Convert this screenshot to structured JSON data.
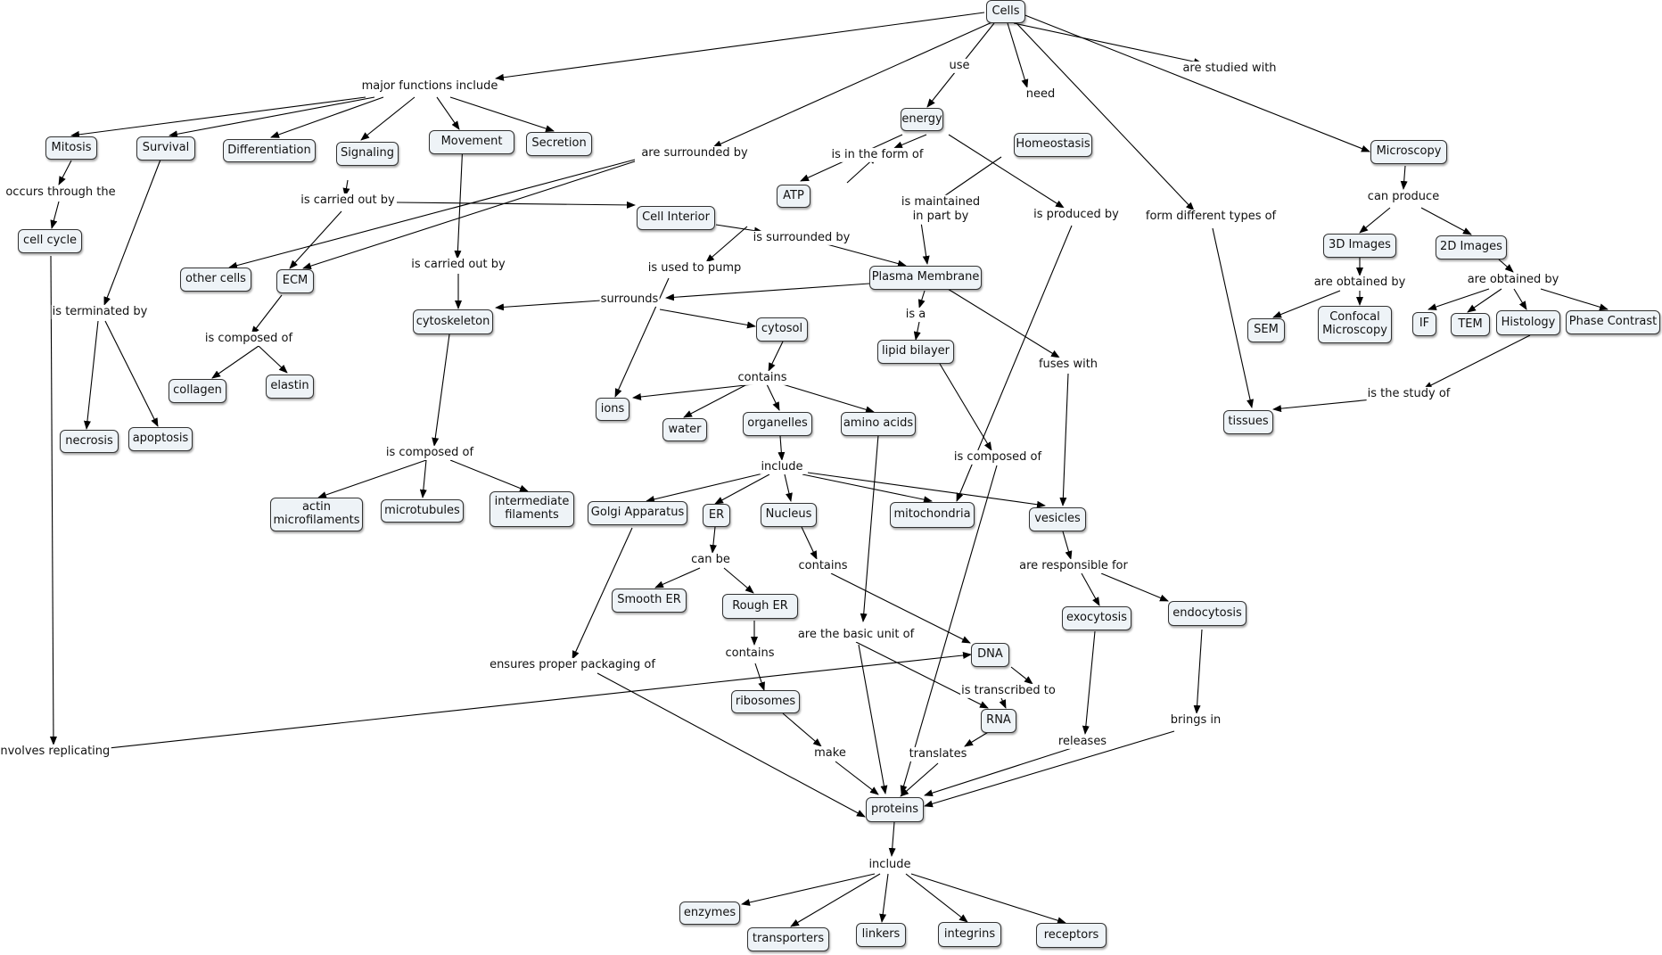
{
  "concepts": {
    "cells": "Cells",
    "energy": "energy",
    "homeostasis": "Homeostasis",
    "microscopy": "Microscopy",
    "mitosis": "Mitosis",
    "survival": "Survival",
    "differentiation": "Differentiation",
    "signaling": "Signaling",
    "movement": "Movement",
    "secretion": "Secretion",
    "atp": "ATP",
    "cell_interior": "Cell Interior",
    "cell_cycle": "cell cycle",
    "other_cells": "other cells",
    "ecm": "ECM",
    "cytoskeleton": "cytoskeleton",
    "plasma_membrane": "Plasma Membrane",
    "cytosol": "cytosol",
    "lipid_bilayer": "lipid bilayer",
    "collagen": "collagen",
    "elastin": "elastin",
    "ions": "ions",
    "water": "water",
    "organelles": "organelles",
    "amino_acids": "amino acids",
    "necrosis": "necrosis",
    "apoptosis": "apoptosis",
    "actin": "actin\nmicrofilaments",
    "microtubules": "microtubules",
    "intermediate": "intermediate\nfilaments",
    "golgi": "Golgi Apparatus",
    "er": "ER",
    "nucleus": "Nucleus",
    "mitochondria": "mitochondria",
    "vesicles": "vesicles",
    "smooth_er": "Smooth ER",
    "rough_er": "Rough ER",
    "dna": "DNA",
    "exocytosis": "exocytosis",
    "endocytosis": "endocytosis",
    "ribosomes": "ribosomes",
    "rna": "RNA",
    "proteins": "proteins",
    "enzymes": "enzymes",
    "transporters": "transporters",
    "linkers": "linkers",
    "integrins": "integrins",
    "receptors": "receptors",
    "images3d": "3D Images",
    "images2d": "2D Images",
    "sem": "SEM",
    "confocal": "Confocal\nMicroscopy",
    "if": "IF",
    "tem": "TEM",
    "histology": "Histology",
    "phase_contrast": "Phase Contrast",
    "tissues": "tissues"
  },
  "linking_phrases": {
    "major_functions": "major functions include",
    "use": "use",
    "need": "need",
    "studied_with": "are studied with",
    "surrounded_by_1": "are surrounded by",
    "in_form_of": "is in the form of",
    "maintained_by": "is maintained\nin part by",
    "produced_by": "is produced by",
    "form_types": "form different types of",
    "can_produce": "can produce",
    "occurs_through": "occurs through the",
    "carried_out_1": "is carried out by",
    "surrounded_by_2": "is surrounded by",
    "used_to_pump": "is used to pump",
    "carried_out_2": "is carried out by",
    "obtained_by_3d": "are obtained by",
    "obtained_by_2d": "are obtained by",
    "surrounds": "surrounds",
    "is_a": "is a",
    "terminated_by": "is terminated by",
    "composed_of_ecm": "is composed of",
    "fuses_with": "fuses with",
    "contains_cytosol": "contains",
    "study_of": "is the study of",
    "composed_of_cyto": "is composed of",
    "composed_of_lipid": "is composed of",
    "include_org": "include",
    "can_be": "can be",
    "contains_nucleus": "contains",
    "responsible_for": "are responsible for",
    "basic_unit": "are the basic unit of",
    "contains_rough": "contains",
    "packaging": "ensures proper packaging of",
    "transcribed": "is transcribed to",
    "brings_in": "brings in",
    "releases": "releases",
    "involves_replicating": "involves replicating",
    "make": "make",
    "translates": "translates",
    "include_proteins": "include"
  },
  "colors": {
    "node_fill": "#eef3f7",
    "node_border": "#333333",
    "edge": "#000000",
    "background": "#ffffff"
  }
}
